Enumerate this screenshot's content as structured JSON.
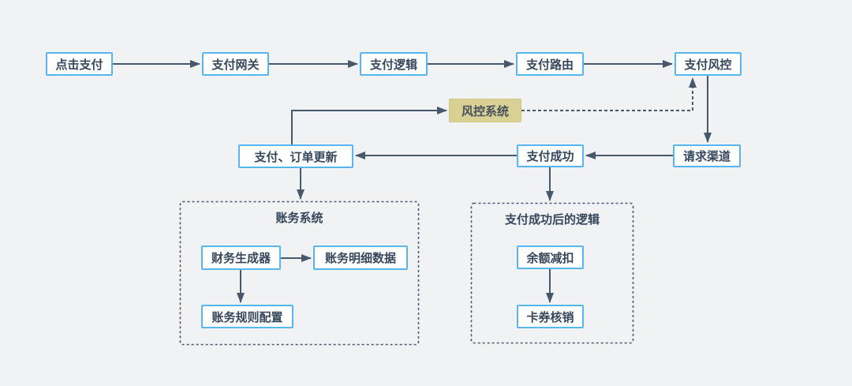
{
  "diagram": {
    "type": "flowchart",
    "background": "#f0f2f4",
    "colors": {
      "node_border": "#57b6f0",
      "node_background": "#ffffff",
      "node_text": "#36475c",
      "arrow": "#47586c",
      "highlight_node_background": "#d9d094",
      "highlight_node_text": "#47525c",
      "container_border": "#47586c"
    },
    "nodes": {
      "click_pay": "点击支付",
      "pay_gateway": "支付网关",
      "pay_logic": "支付逻辑",
      "pay_route": "支付路由",
      "pay_risk": "支付风控",
      "risk_system": "风控系统",
      "pay_order_update": "支付、订单更新",
      "pay_success": "支付成功",
      "request_channel": "请求渠道",
      "finance_generator": "财务生成器",
      "accounting_detail_data": "账务明细数据",
      "accounting_rule_config": "账务规则配置",
      "balance_deduct": "余额减扣",
      "coupon_writeoff": "卡券核销"
    },
    "containers": {
      "accounting_system": {
        "title": "账务系统",
        "children": [
          "财务生成器",
          "账务明细数据",
          "账务规则配置"
        ]
      },
      "post_pay_logic": {
        "title": "支付成功后的逻辑",
        "children": [
          "余额减扣",
          "卡券核销"
        ]
      }
    },
    "edges": [
      {
        "from": "点击支付",
        "to": "支付网关",
        "style": "solid"
      },
      {
        "from": "支付网关",
        "to": "支付逻辑",
        "style": "solid"
      },
      {
        "from": "支付逻辑",
        "to": "支付路由",
        "style": "solid"
      },
      {
        "from": "支付路由",
        "to": "支付风控",
        "style": "solid"
      },
      {
        "from": "支付、订单更新",
        "to": "风控系统",
        "style": "solid"
      },
      {
        "from": "风控系统",
        "to": "支付风控",
        "style": "dashed"
      },
      {
        "from": "支付风控",
        "to": "请求渠道",
        "style": "solid"
      },
      {
        "from": "请求渠道",
        "to": "支付成功",
        "style": "solid"
      },
      {
        "from": "支付成功",
        "to": "支付、订单更新",
        "style": "solid"
      },
      {
        "from": "支付、订单更新",
        "to": "账务系统",
        "style": "solid"
      },
      {
        "from": "支付成功",
        "to": "支付成功后的逻辑",
        "style": "solid"
      },
      {
        "from": "财务生成器",
        "to": "账务明细数据",
        "style": "solid"
      },
      {
        "from": "财务生成器",
        "to": "账务规则配置",
        "style": "solid"
      },
      {
        "from": "余额减扣",
        "to": "卡券核销",
        "style": "solid"
      }
    ]
  }
}
